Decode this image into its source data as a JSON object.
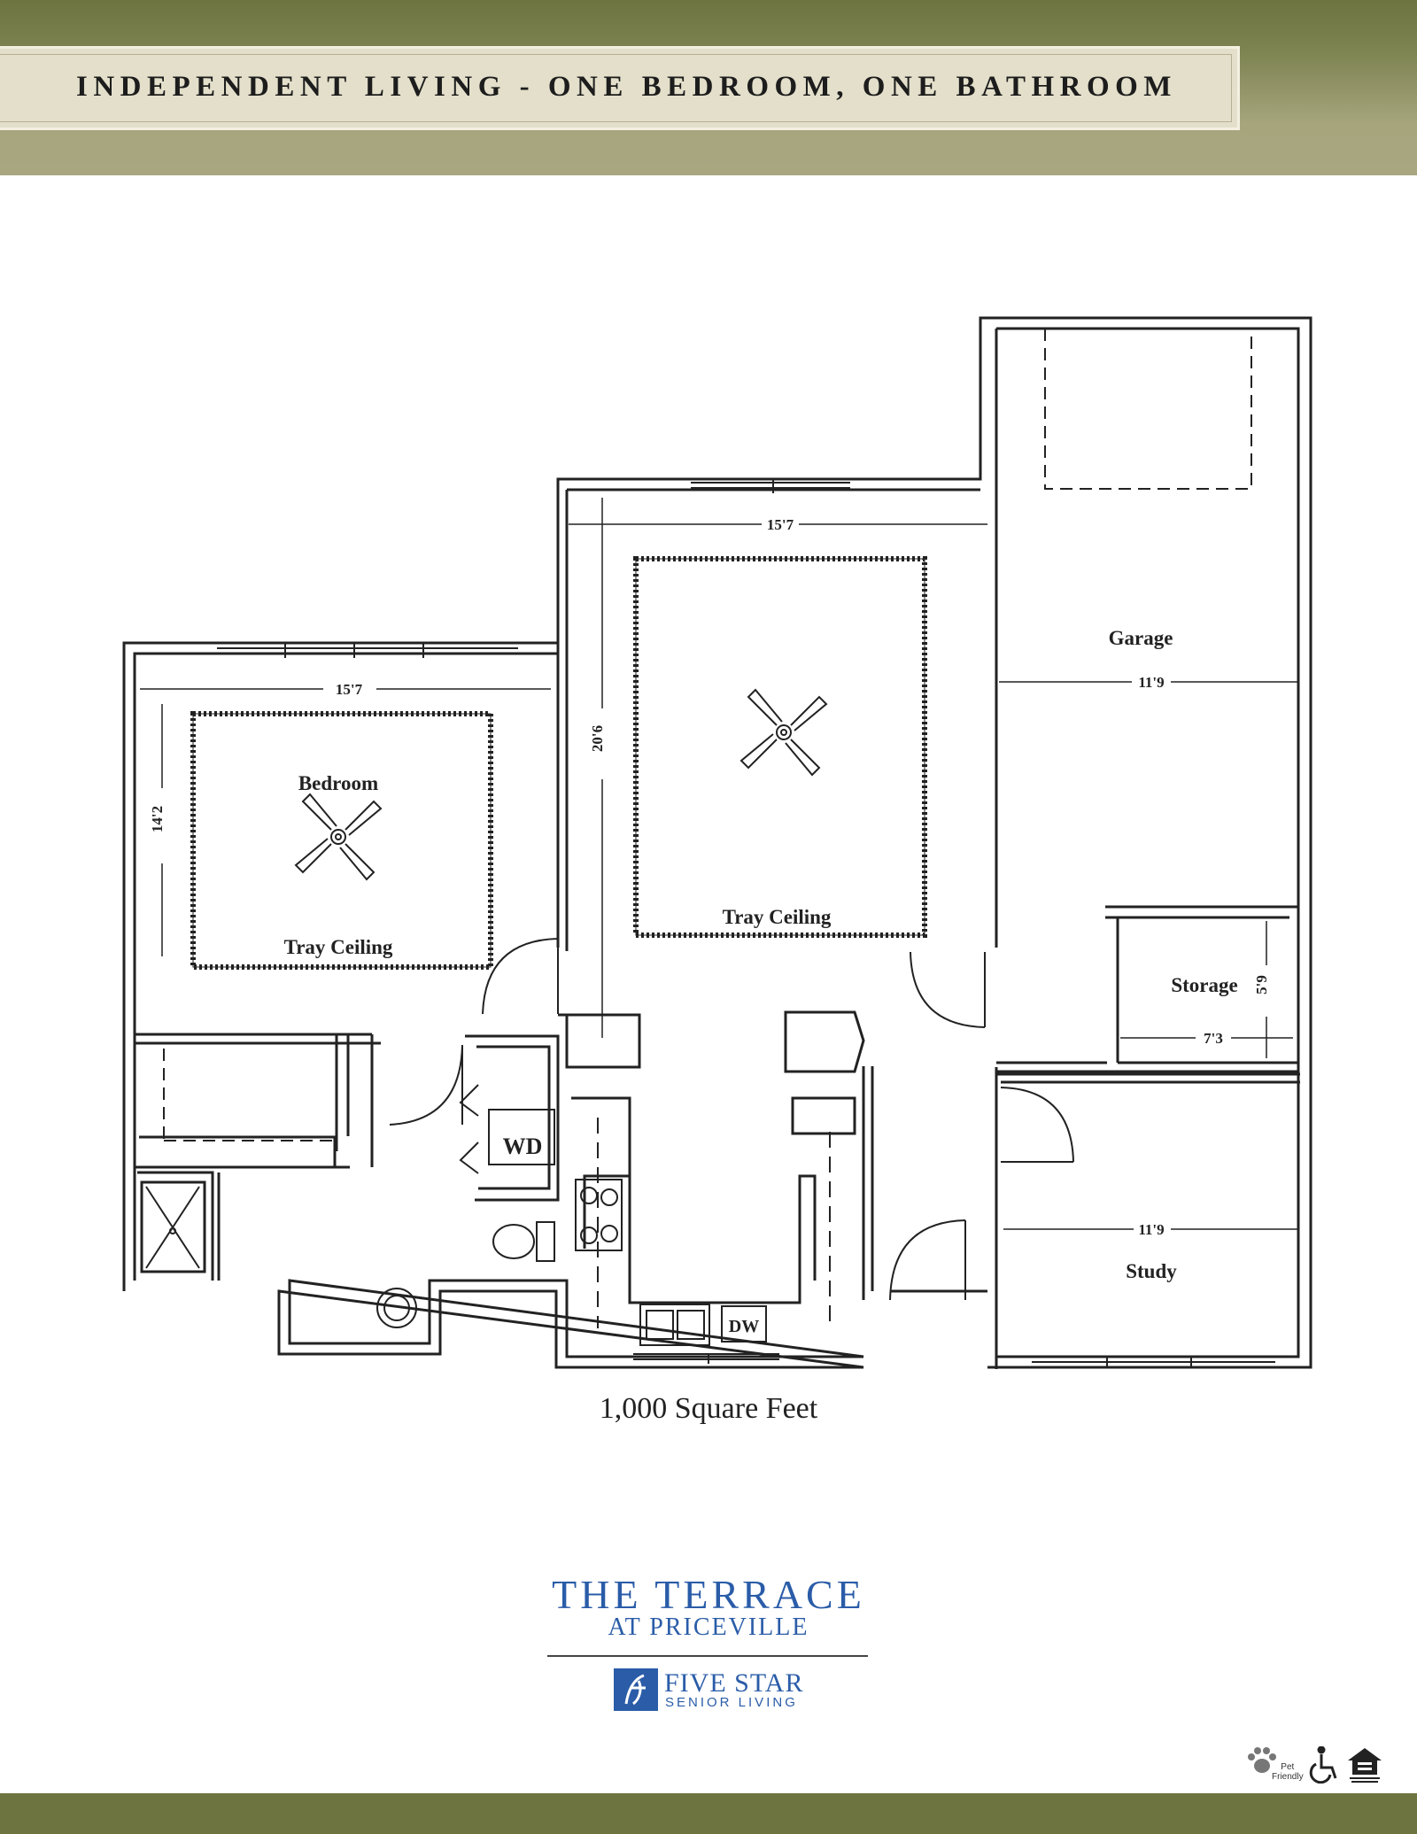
{
  "header": {
    "title": "INDEPENDENT LIVING - ONE BEDROOM, ONE BATHROOM"
  },
  "floorplan": {
    "rooms": {
      "bedroom": "Bedroom",
      "bedroom_ceiling": "Tray Ceiling",
      "living_ceiling": "Tray Ceiling",
      "garage": "Garage",
      "storage": "Storage",
      "study": "Study",
      "washer_dryer": "WD",
      "dishwasher": "DW"
    },
    "dimensions": {
      "bedroom_width": "15'7",
      "bedroom_depth": "14'2",
      "living_width": "15'7",
      "living_depth": "20'6",
      "garage_width": "11'9",
      "storage_width": "7'3",
      "storage_depth": "5'9",
      "study_width": "11'9"
    },
    "square_feet": "1,000 Square Feet"
  },
  "brand": {
    "community_name": "THE TERRACE",
    "community_location": "AT PRICEVILLE",
    "company_name": "FIVE STAR",
    "company_tagline": "SENIOR LIVING"
  },
  "badges": {
    "pet_line1": "Pet",
    "pet_line2": "Friendly"
  },
  "colors": {
    "header_olive": "#6e7440",
    "brand_blue": "#2a5ca8"
  },
  "icons": [
    "paw-icon",
    "wheelchair-icon",
    "equal-housing-icon"
  ]
}
